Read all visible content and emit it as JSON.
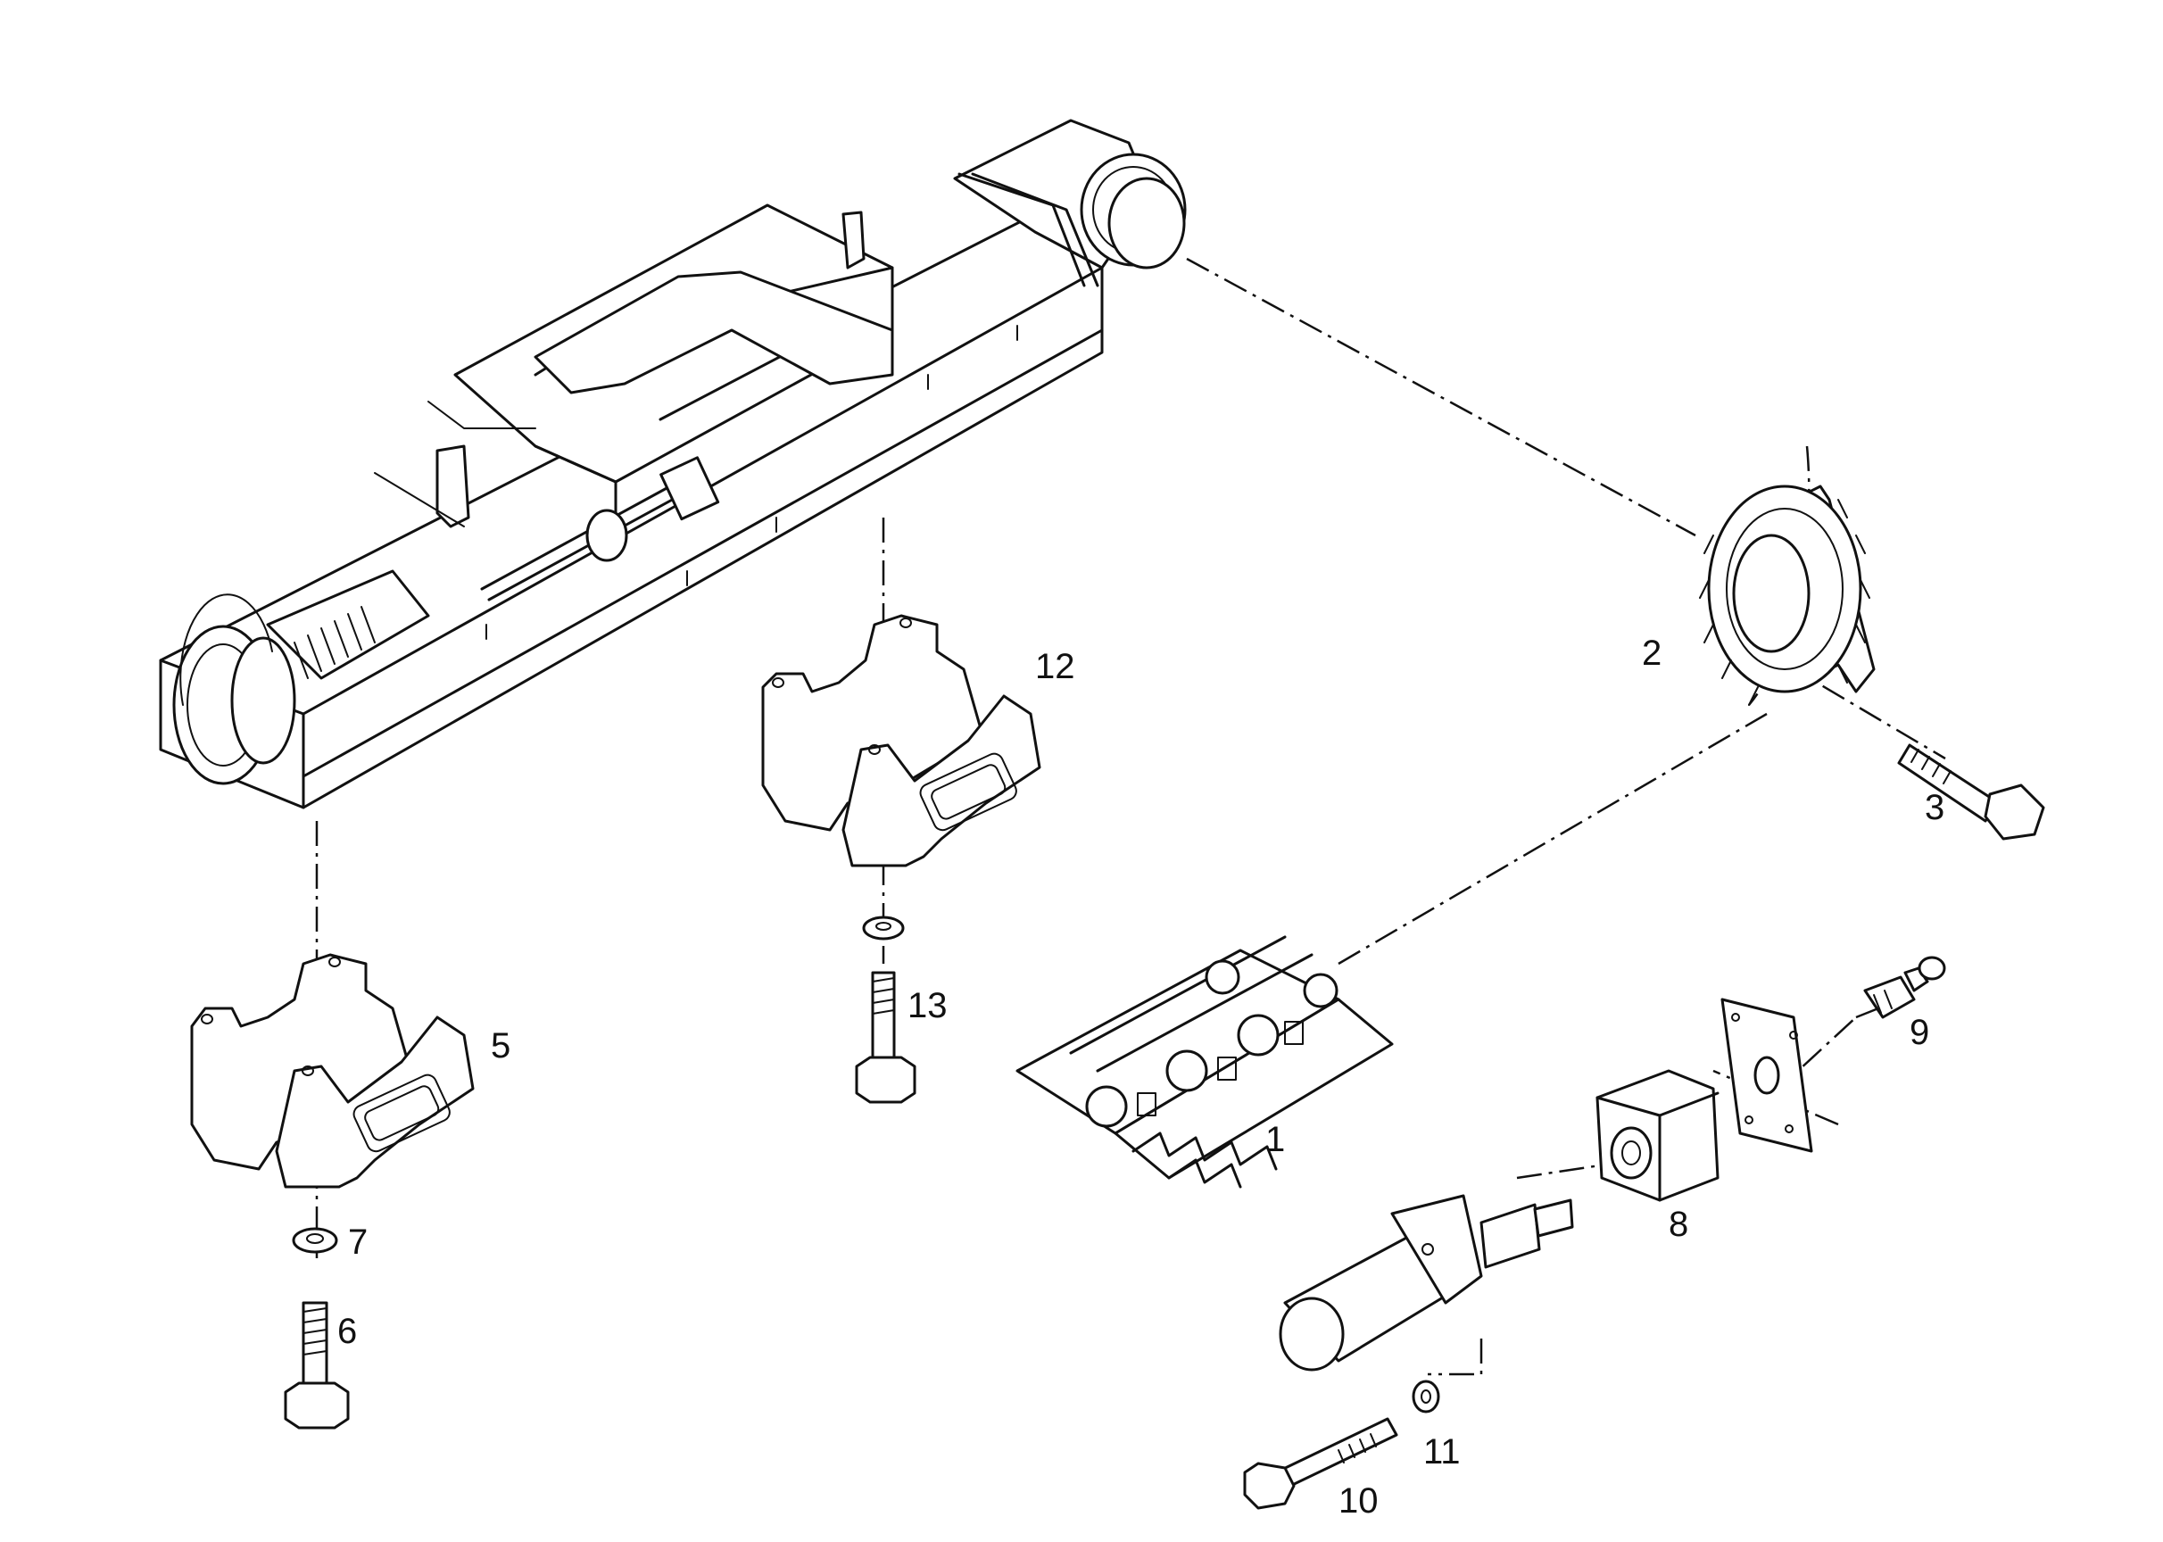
{
  "callouts": {
    "c1": "1",
    "c2": "2",
    "c3": "3",
    "c5": "5",
    "c6": "6",
    "c7": "7",
    "c8": "8",
    "c9": "9",
    "c10": "10",
    "c11": "11",
    "c12": "12",
    "c13": "13"
  }
}
